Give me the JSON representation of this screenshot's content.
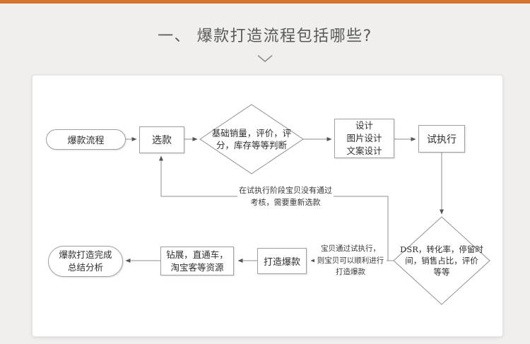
{
  "colors": {
    "accent": "#d6732f",
    "page-bg": "#f0efed",
    "line": "#8f8f8f",
    "arrow": "#555555",
    "node-border": "#9f9f9f",
    "text": "#2e2e2e",
    "title-color": "#595959"
  },
  "header": {
    "title": "一、 爆款打造流程包括哪些?",
    "chevron_icon": "chevron-down"
  },
  "flowchart": {
    "start": {
      "label": "爆款流程"
    },
    "select": {
      "label": "选款"
    },
    "judge_select": {
      "line1": "基础销量，评价，评",
      "line2": "分，库存等等判断"
    },
    "design": {
      "line1": "设计",
      "line2": "图片设计",
      "line3": "文案设计"
    },
    "trial": {
      "label": "试执行"
    },
    "judge_trial": {
      "line1": "DSR，转化率，停留时",
      "line2": "间，销售占比，评价",
      "line3": "等等"
    },
    "build": {
      "label": "打造爆款"
    },
    "resources": {
      "line1": "钻展，直通车，",
      "line2": "淘宝客等资源"
    },
    "finish": {
      "line1": "爆款打造完成",
      "line2": "总结分析"
    },
    "label_reject": {
      "line1": "在试执行阶段宝贝没有通过",
      "line2": "考核，需要重新选款"
    },
    "label_pass": {
      "line1": "宝贝通过试执行，",
      "line2": "则宝贝可以顺利进行",
      "line3": "打造爆款"
    }
  }
}
